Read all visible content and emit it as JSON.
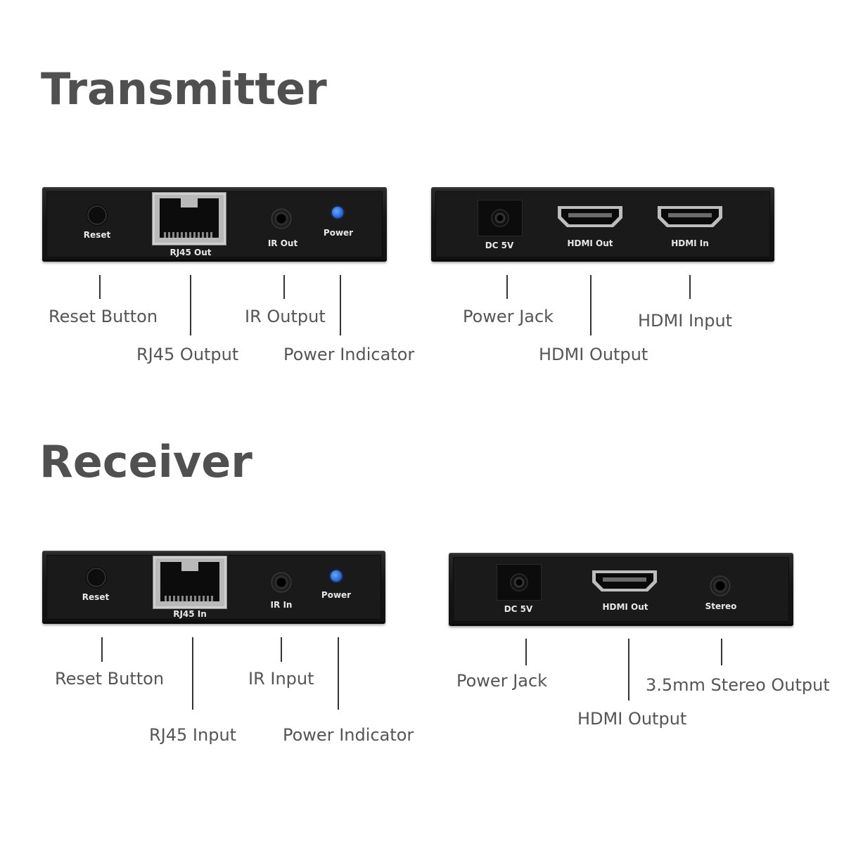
{
  "transmitter": {
    "title": "Transmitter",
    "front_panel": {
      "reset_label": "Reset",
      "rj45_label": "RJ45 Out",
      "ir_label": "IR Out",
      "power_label": "Power"
    },
    "back_panel": {
      "dc_label": "DC 5V",
      "hdmi_out_label": "HDMI Out",
      "hdmi_in_label": "HDMI In"
    },
    "callouts": {
      "reset": "Reset Button",
      "rj45": "RJ45 Output",
      "ir": "IR Output",
      "power": "Power Indicator",
      "dc": "Power Jack",
      "hdmi_out": "HDMI Output",
      "hdmi_in": "HDMI Input"
    }
  },
  "receiver": {
    "title": "Receiver",
    "front_panel": {
      "reset_label": "Reset",
      "rj45_label": "RJ45 In",
      "ir_label": "IR In",
      "power_label": "Power"
    },
    "back_panel": {
      "dc_label": "DC 5V",
      "hdmi_out_label": "HDMI Out",
      "stereo_label": "Stereo"
    },
    "callouts": {
      "reset": "Reset Button",
      "rj45": "RJ45 Input",
      "ir": "IR Input",
      "power": "Power Indicator",
      "dc": "Power Jack",
      "hdmi_out": "HDMI Output",
      "stereo": "3.5mm Stereo Output"
    }
  },
  "colors": {
    "title": "#505050",
    "callout_text": "#555555",
    "device_body": "#1a1a1a",
    "led": "#2a6ee8"
  }
}
